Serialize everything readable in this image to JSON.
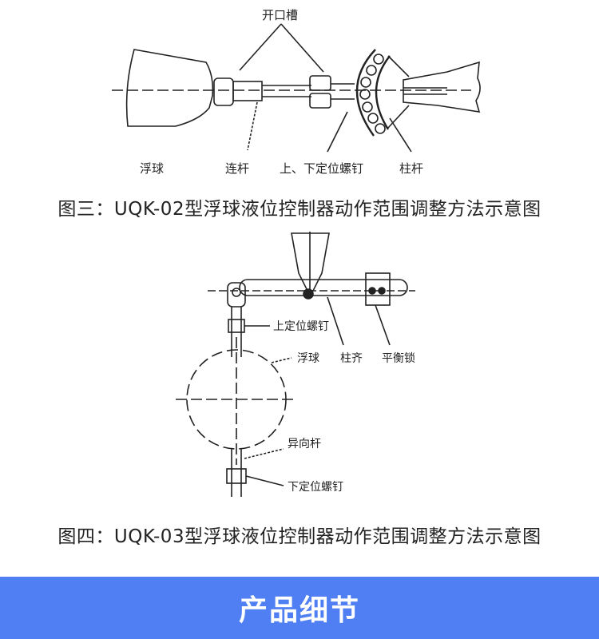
{
  "figure3": {
    "labels": {
      "slot": "开口槽",
      "float": "浮球",
      "rod": "连杆",
      "screws": "上、下定位螺钉",
      "post": "柱杆"
    },
    "caption": "图三：UQK-02型浮球液位控制器动作范围调整方法示意图"
  },
  "figure4": {
    "labels": {
      "upper_screw": "上定位螺钉",
      "float": "浮球",
      "post": "柱齐",
      "balance_lock": "平衡锁",
      "rod": "异向杆",
      "lower_screw": "下定位螺钉"
    },
    "caption": "图四：UQK-03型浮球液位控制器动作范围调整方法示意图"
  },
  "banner": {
    "title": "产品细节",
    "color": "#4f7ff2"
  }
}
